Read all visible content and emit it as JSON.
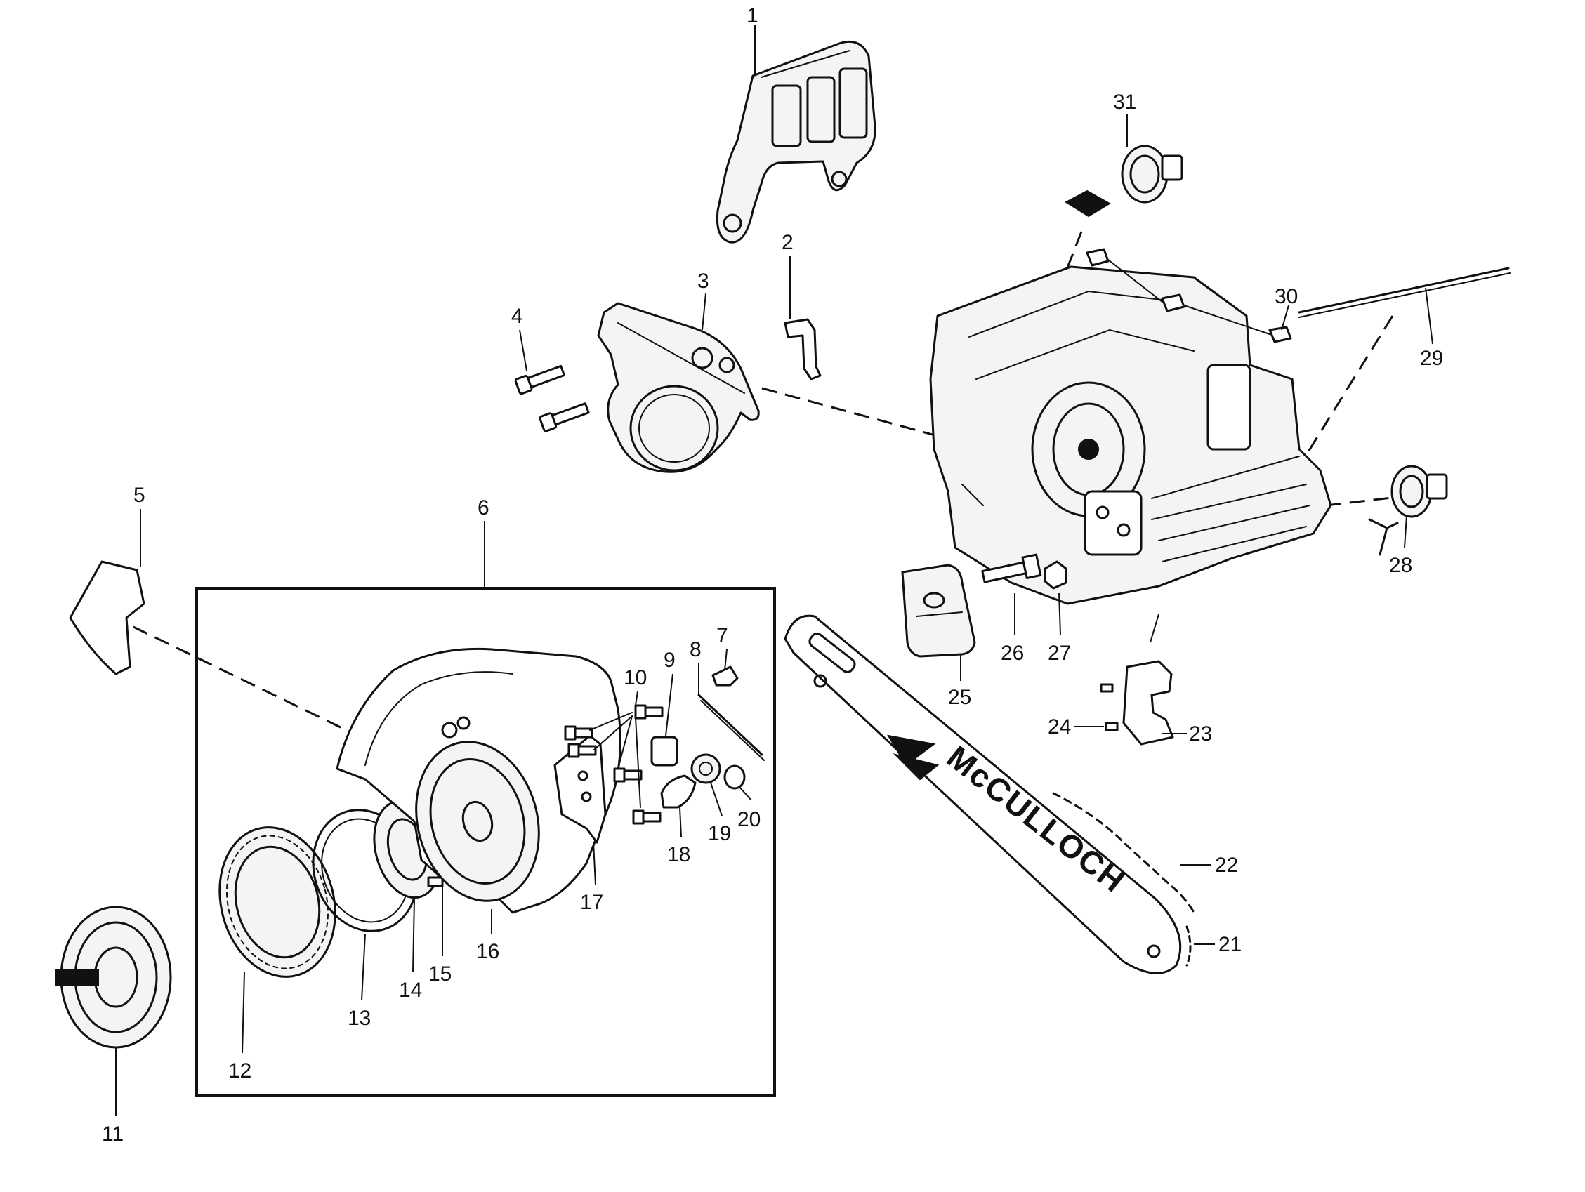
{
  "brand_text": "McCULLOCH",
  "labels": {
    "p1": "1",
    "p2": "2",
    "p3": "3",
    "p4": "4",
    "p5": "5",
    "p6": "6",
    "p7": "7",
    "p8": "8",
    "p9": "9",
    "p10": "10",
    "p11": "11",
    "p12": "12",
    "p13": "13",
    "p14": "14",
    "p15": "15",
    "p16": "16",
    "p17": "17",
    "p18": "18",
    "p19": "19",
    "p20": "20",
    "p21": "21",
    "p22": "22",
    "p23": "23",
    "p24": "24",
    "p25": "25",
    "p26": "26",
    "p27": "27",
    "p28": "28",
    "p29": "29",
    "p30": "30",
    "p31": "31"
  },
  "colors": {
    "ink": "#111111",
    "paper": "#ffffff"
  }
}
